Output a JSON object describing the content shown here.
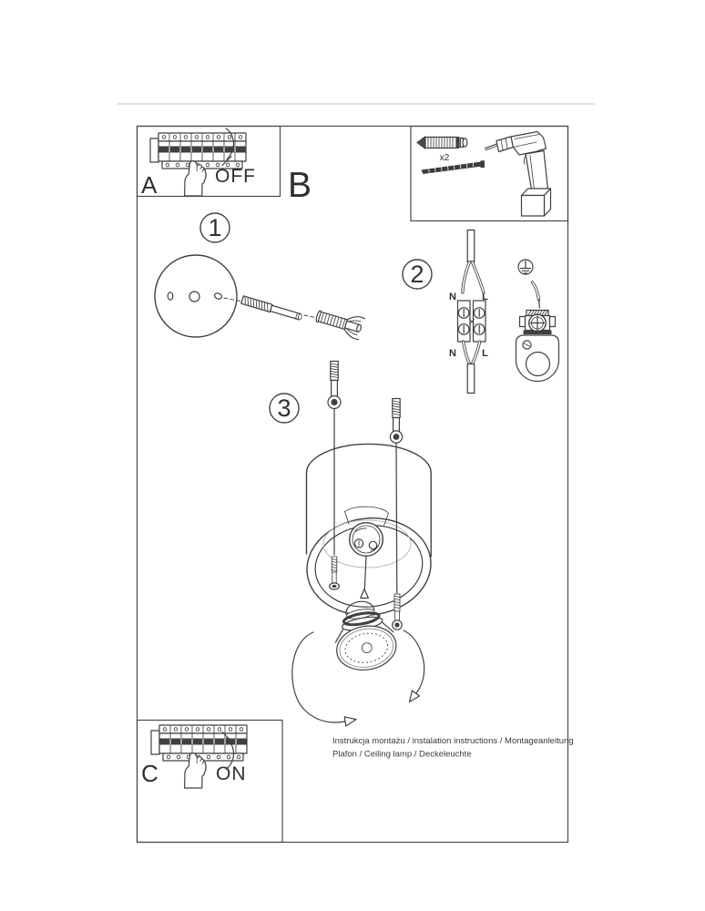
{
  "colors": {
    "line": "#404040",
    "top_rule": "#cdcdcd"
  },
  "panel_a": {
    "label": "A",
    "state": "OFF"
  },
  "panel_c": {
    "label": "C",
    "state": "ON"
  },
  "section_b_label": "B",
  "tools_box": {
    "dowel_quantity": "x2"
  },
  "steps": {
    "one": "1",
    "two": "2",
    "three": "3"
  },
  "wiring": {
    "neutral_top": "N",
    "line_top": "L",
    "neutral_bottom": "N",
    "line_bottom": "L"
  },
  "footer": {
    "line1": "Instrukcja montażu / instalation instructions / Montageanleitung",
    "line2": "Plafon / Ceiling lamp / Deckeleuchte"
  }
}
